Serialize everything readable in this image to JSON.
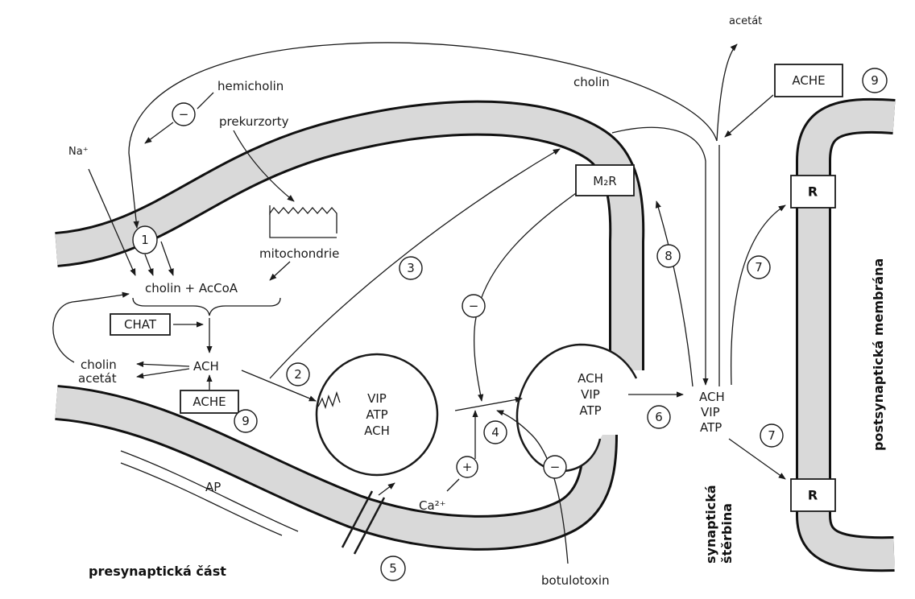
{
  "labels": {
    "hemicholin": "hemicholin",
    "prekurzorty": "prekurzorty",
    "na": "Na⁺",
    "mitochondrie": "mitochondrie",
    "cholin_acoa": "cholin + AcCoA",
    "chat": "CHAT",
    "cholin_left": "cholin",
    "acetat_left": "acetát",
    "ach_left": "ACH",
    "ache_left": "ACHE",
    "cholin_top": "cholin",
    "acetat_top": "acetát",
    "ache_right": "ACHE",
    "m2r": "M₂R",
    "r_top": "R",
    "r_bottom": "R",
    "vesicle1": [
      "VIP",
      "ATP",
      "ACH"
    ],
    "vesicle2": [
      "ACH",
      "VIP",
      "ATP"
    ],
    "cleft_content": [
      "ACH",
      "VIP",
      "ATP"
    ],
    "ca": "Ca²⁺",
    "ap": "AP",
    "botulotoxin": "botulotoxin",
    "synaptic_cleft": [
      "synaptická",
      "štěrbina"
    ],
    "postsynaptic": "postsynaptická membrána",
    "presynaptic": "presynaptická část",
    "transporter": "1"
  },
  "numbers": [
    "2",
    "3",
    "4",
    "5",
    "6",
    "7",
    "7",
    "8",
    "9",
    "9"
  ],
  "signs": [
    "−",
    "−",
    "+",
    "−"
  ]
}
